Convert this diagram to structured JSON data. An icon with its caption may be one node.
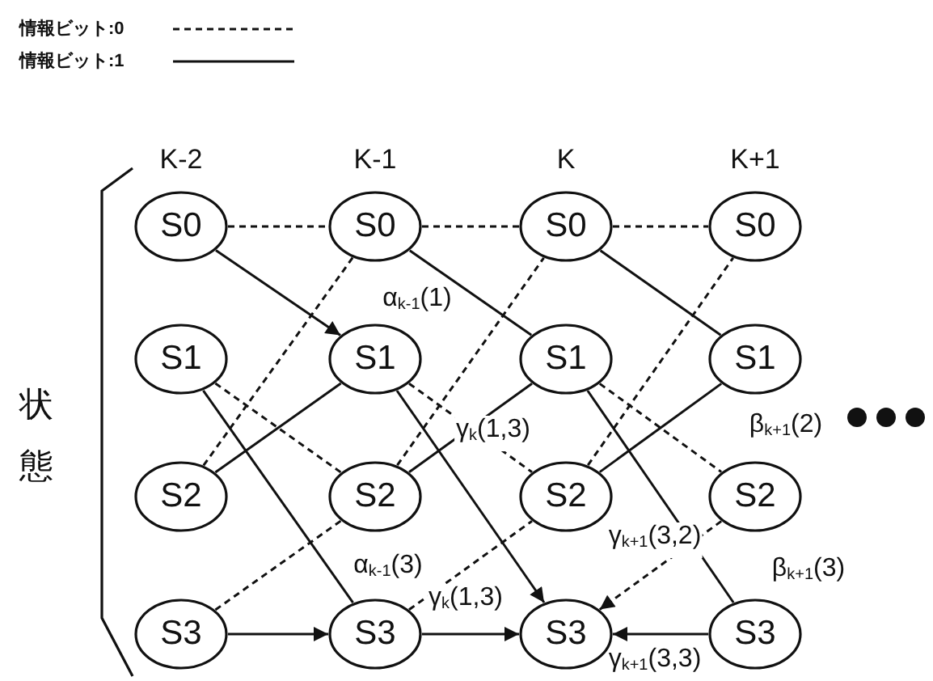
{
  "diagram": {
    "nodes": [
      {
        "text": [
          "S0"
        ]
      },
      {
        "text": [
          "S0"
        ]
      },
      {
        "text": [
          "S0"
        ]
      },
      {
        "text": [
          "S0"
        ]
      },
      {
        "text": [
          "S1"
        ]
      },
      {
        "text": [
          "S1"
        ],
        "beside": [
          "α$_{k-1}$(1)"
        ]
      },
      {
        "text": [
          "S1"
        ]
      },
      {
        "text": [
          "S1"
        ]
      },
      {
        "text": [
          "S2"
        ]
      },
      {
        "text": [
          "S2"
        ]
      },
      {
        "text": [
          "S2"
        ]
      },
      {
        "text": [
          "S2"
        ],
        "beside": [
          "β$_{k+1}$(2)"
        ]
      },
      {
        "text": [
          "S3"
        ]
      },
      {
        "text": [
          "S3"
        ],
        "beside": [
          "α$_{k-1}$(3)"
        ]
      },
      {
        "text": [
          "S3"
        ]
      },
      {
        "text": [
          "S3"
        ],
        "beside": [
          "β$_{k+1}$(3)"
        ]
      }
    ],
    "edges": [
      {
        "from": 0,
        "to": 1,
        "arrow": "none",
        "style": "dashed"
      },
      {
        "from": 0,
        "to": 5,
        "arrow": "to"
      },
      {
        "from": 4,
        "to": 9,
        "arrow": "none",
        "style": "dashed"
      },
      {
        "from": 4,
        "to": 13,
        "arrow": "none"
      },
      {
        "from": 8,
        "to": 1,
        "arrow": "none",
        "style": "dashed"
      },
      {
        "from": 8,
        "to": 5,
        "arrow": "none"
      },
      {
        "from": 12,
        "to": 9,
        "arrow": "none",
        "style": "dashed"
      },
      {
        "from": 12,
        "to": 13,
        "arrow": "to"
      },
      {
        "from": 1,
        "to": 2,
        "arrow": "none",
        "style": "dashed"
      },
      {
        "from": 1,
        "to": 6,
        "arrow": "none"
      },
      {
        "from": 5,
        "to": 10,
        "arrow": "none",
        "style": "dashed"
      },
      {
        "from": 5,
        "to": 14,
        "arrow": "to",
        "label": "γ$_{k}$(1,3)"
      },
      {
        "from": 9,
        "to": 2,
        "arrow": "none",
        "style": "dashed"
      },
      {
        "from": 9,
        "to": 6,
        "arrow": "none"
      },
      {
        "from": 13,
        "to": 10,
        "arrow": "none",
        "style": "dashed"
      },
      {
        "from": 13,
        "to": 14,
        "arrow": "to",
        "label": "γ$_{k}$(1,3)"
      },
      {
        "from": 2,
        "to": 3,
        "arrow": "none",
        "style": "dashed"
      },
      {
        "from": 2,
        "to": 7,
        "arrow": "none"
      },
      {
        "from": 6,
        "to": 11,
        "arrow": "none",
        "style": "dashed"
      },
      {
        "from": 6,
        "to": 15,
        "arrow": "none"
      },
      {
        "from": 10,
        "to": 3,
        "arrow": "none",
        "style": "dashed"
      },
      {
        "from": 10,
        "to": 7,
        "arrow": "none"
      },
      {
        "from": 11,
        "to": 14,
        "arrow": "to",
        "style": "dashed",
        "label": "γ$_{k+1}$(3,2)"
      },
      {
        "from": 15,
        "to": 14,
        "arrow": "to",
        "label": "γ$_{k+1}$(3,3)"
      }
    ],
    "labels": [
      "K-2",
      "K-1",
      "K",
      "K+1",
      "状態"
    ],
    "legend": [
      {
        "text": "情報ビット:0"
      },
      {
        "text": "情報ビット:1"
      }
    ]
  }
}
